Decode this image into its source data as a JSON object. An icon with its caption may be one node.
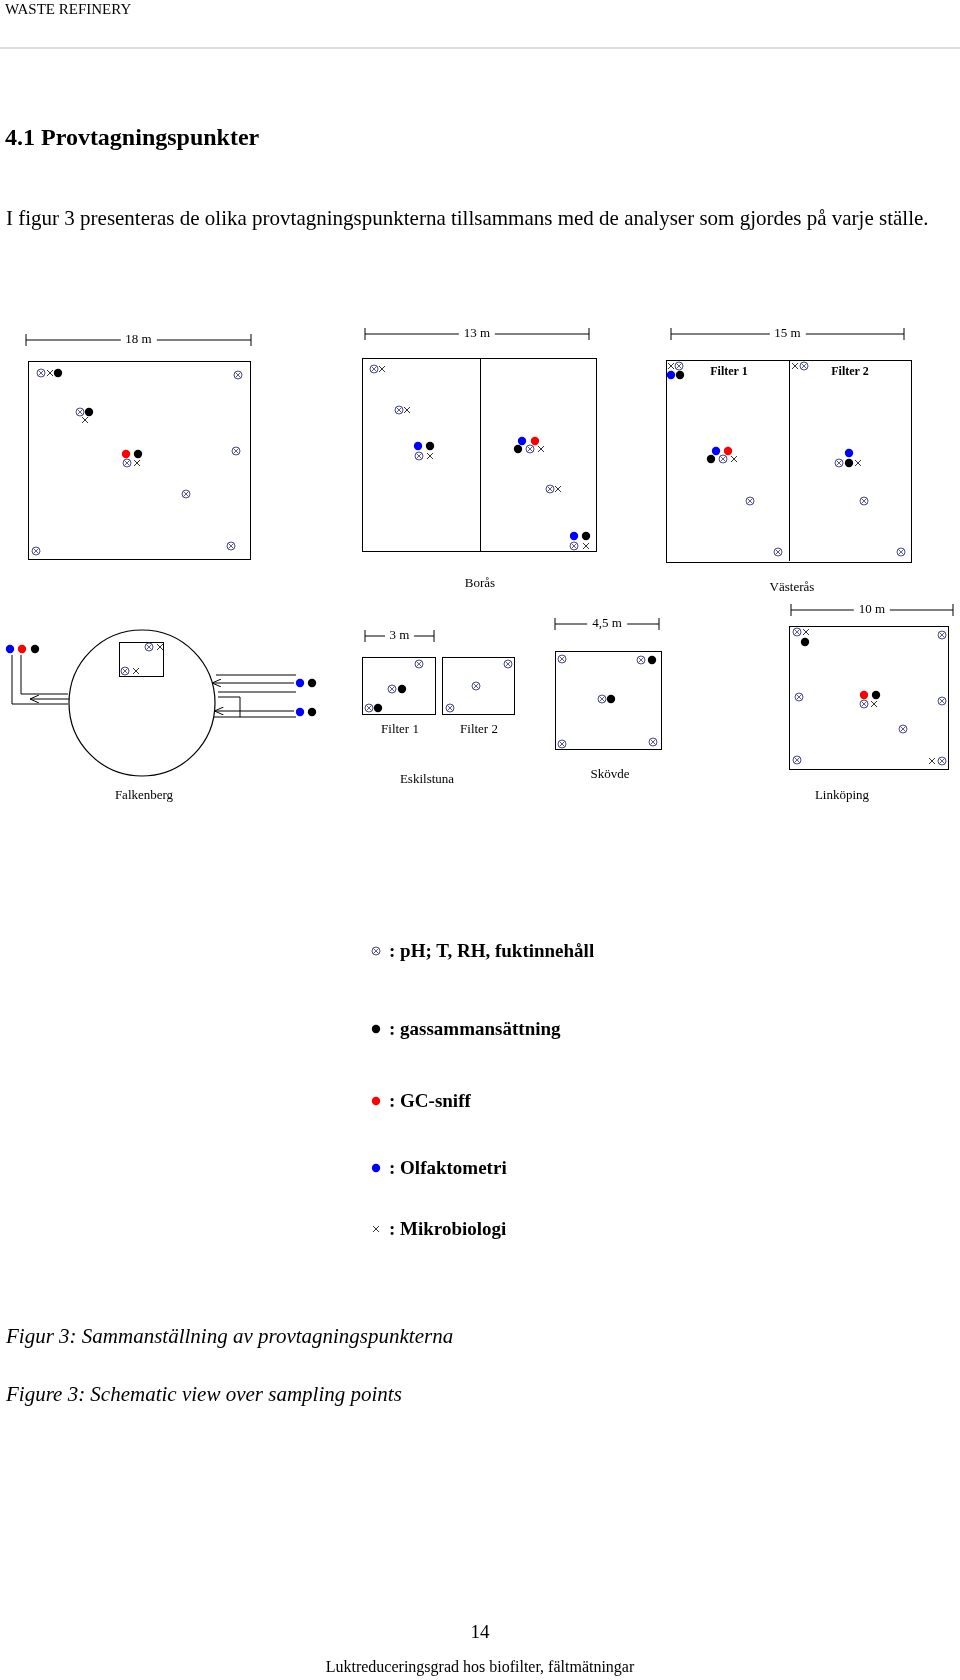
{
  "diagram": {
    "caption": "Figur 3: Sammanställning av provtagningspunkterna",
    "nodes": [
      {
        "text": [],
        "shape": "box"
      },
      {
        "text": [
          "Borås"
        ]
      },
      {
        "text": [
          "Västerås"
        ]
      },
      {
        "text": [
          "Filter 1"
        ],
        "in": 2
      },
      {
        "text": [
          "Filter 2"
        ],
        "in": 2
      },
      {
        "text": [
          "Falkenberg"
        ]
      },
      {
        "text": [],
        "shape": "box",
        "in": 5
      },
      {
        "text": [
          "Filter 1"
        ]
      },
      {
        "text": [
          "Filter 2"
        ]
      },
      {
        "text": [
          "Skövde"
        ]
      },
      {
        "text": [
          "Linköping"
        ]
      }
    ],
    "edges": [
      {
        "from": 5,
        "to": null,
        "arrow": "to"
      },
      {
        "from": null,
        "to": 5,
        "arrow": "to"
      },
      {
        "from": null,
        "to": 5,
        "arrow": "to"
      }
    ],
    "labels": [
      "WASTE REFINERY",
      "4.1 Provtagningspunkter",
      "I figur 3 presenteras de olika provtagningspunkterna tillsammans med de analyser som gjordes på varje ställe.",
      "18 m",
      "13 m",
      "15 m",
      "3 m",
      "4,5 m",
      "10 m",
      "Eskilstuna",
      "Figure 3: Schematic view over sampling points",
      "14",
      "Luktreduceringsgrad hos biofilter, fältmätningar"
    ],
    "legend": [
      {
        "text": ": pH; T, RH, fuktinnehåll"
      },
      {
        "text": ": gassammansättning",
        "color": "#000000"
      },
      {
        "text": ": GC-sniff",
        "color": "#ff0000"
      },
      {
        "text": ": Olfaktometri",
        "color": "#0000ff"
      },
      {
        "text": ": Mikrobiologi"
      }
    ]
  }
}
